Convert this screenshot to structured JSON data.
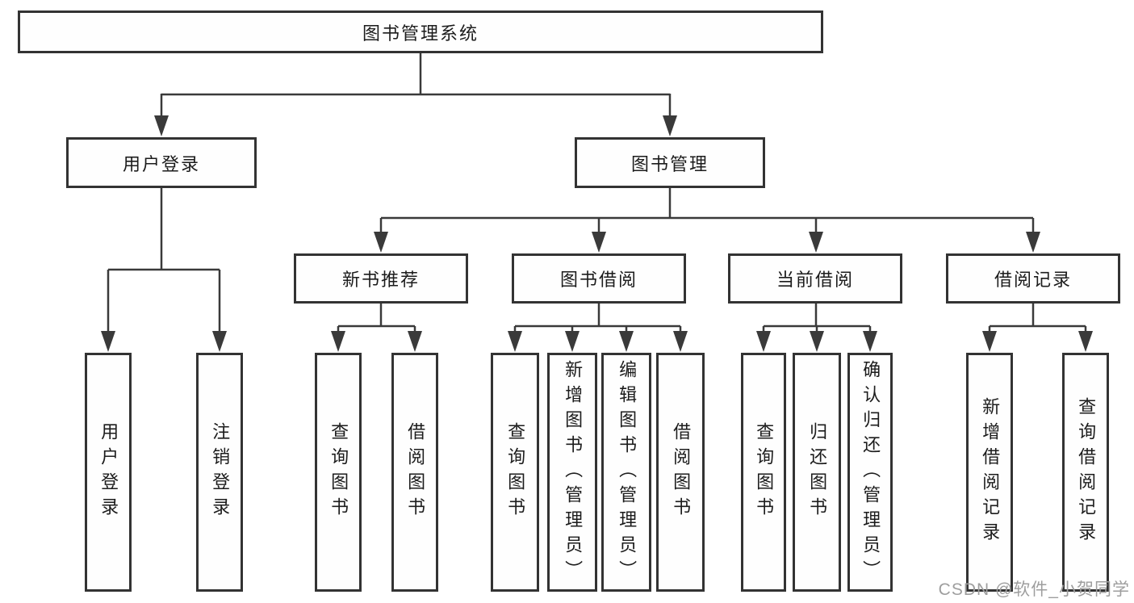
{
  "diagram": {
    "type": "hierarchy-tree",
    "title": "图书管理系统"
  },
  "colors": {
    "background": "#ffffff",
    "box_border": "#333333",
    "box_fill": "#fefefe",
    "line": "#3a3a3a",
    "text": "#1c1c1c",
    "watermark": "#9e9e9e"
  },
  "nodes": {
    "root": {
      "label": "图书管理系统"
    },
    "user_login": {
      "label": "用户登录"
    },
    "book_management": {
      "label": "图书管理"
    },
    "new_book_recommend": {
      "label": "新书推荐"
    },
    "book_borrowing": {
      "label": "图书借阅"
    },
    "current_borrowing": {
      "label": "当前借阅"
    },
    "borrowing_records": {
      "label": "借阅记录"
    },
    "leaf_user_login": {
      "label": "用户登录"
    },
    "leaf_logout": {
      "label": "注销登录"
    },
    "leaf_query_books_recommend": {
      "label": "查询图书"
    },
    "leaf_borrow_books_recommend": {
      "label": "借阅图书"
    },
    "leaf_query_books_borrowing": {
      "label": "查询图书"
    },
    "leaf_add_books_admin": {
      "label": "新增图书（管理员）"
    },
    "leaf_edit_books_admin": {
      "label": "编辑图书（管理员）"
    },
    "leaf_borrow_books_borrowing": {
      "label": "借阅图书"
    },
    "leaf_query_books_current": {
      "label": "查询图书"
    },
    "leaf_return_books": {
      "label": "归还图书"
    },
    "leaf_confirm_return_admin": {
      "label": "确认归还（管理员）"
    },
    "leaf_add_borrow_record": {
      "label": "新增借阅记录"
    },
    "leaf_query_borrow_record": {
      "label": "查询借阅记录"
    }
  },
  "edges": [
    {
      "from": "root",
      "to": [
        "user_login",
        "book_management"
      ]
    },
    {
      "from": "user_login",
      "to": [
        "leaf_user_login",
        "leaf_logout"
      ]
    },
    {
      "from": "book_management",
      "to": [
        "new_book_recommend",
        "book_borrowing",
        "current_borrowing",
        "borrowing_records"
      ]
    },
    {
      "from": "new_book_recommend",
      "to": [
        "leaf_query_books_recommend",
        "leaf_borrow_books_recommend"
      ]
    },
    {
      "from": "book_borrowing",
      "to": [
        "leaf_query_books_borrowing",
        "leaf_add_books_admin",
        "leaf_edit_books_admin",
        "leaf_borrow_books_borrowing"
      ]
    },
    {
      "from": "current_borrowing",
      "to": [
        "leaf_query_books_current",
        "leaf_return_books",
        "leaf_confirm_return_admin"
      ]
    },
    {
      "from": "borrowing_records",
      "to": [
        "leaf_add_borrow_record",
        "leaf_query_borrow_record"
      ]
    }
  ],
  "watermark": {
    "text": "CSDN @软件_小贺同学"
  }
}
